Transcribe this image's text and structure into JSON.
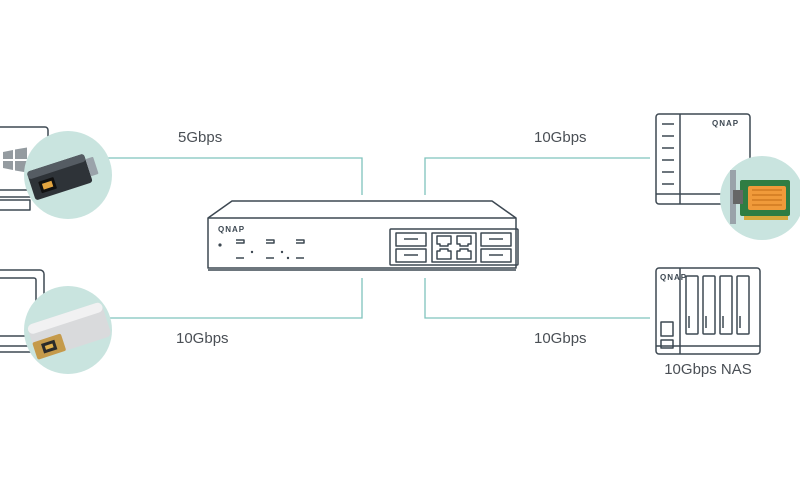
{
  "links": {
    "top_left": "5Gbps",
    "top_right": "10Gbps",
    "bottom_left": "10Gbps",
    "bottom_right": "10Gbps"
  },
  "devices": {
    "nas_caption": "10Gbps NAS",
    "switch_brand": "QNAP",
    "nas_top_brand": "QNAP",
    "nas_bottom_brand": "QNAP"
  },
  "colors": {
    "wire": "#7fc3bd",
    "circle": "#c9e4df",
    "ink": "#3d4852",
    "card": "#f09a3a"
  },
  "icons": [
    "desktop-pc-icon",
    "usb-5gbe-adapter-icon",
    "laptop-icon",
    "thunderbolt-10gbe-adapter-icon",
    "network-switch-icon",
    "nas-tower-icon",
    "pcie-nic-card-icon",
    "nas-rack-icon"
  ]
}
